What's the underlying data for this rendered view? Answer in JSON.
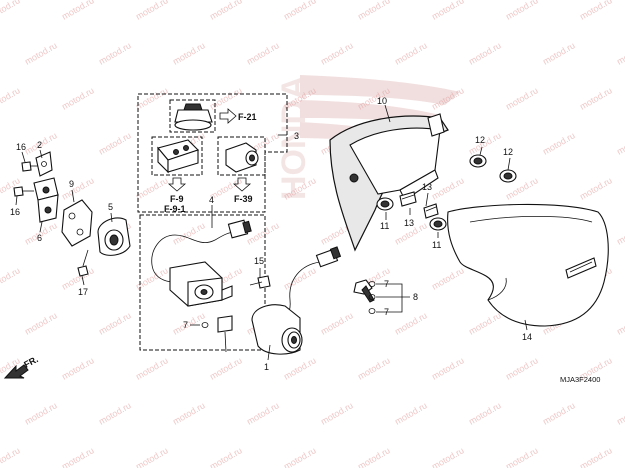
{
  "watermark": {
    "text": "motod.ru"
  },
  "brand_mark": {
    "text": "HONDA"
  },
  "callouts": {
    "p1": "1",
    "p2": "2",
    "p3": "3",
    "p4": "4",
    "p5": "5",
    "p6": "6",
    "p7a": "7",
    "p7b": "7",
    "p7c": "7",
    "p8": "8",
    "p9": "9",
    "p10": "10",
    "p11a": "11",
    "p11b": "11",
    "p12a": "12",
    "p12b": "12",
    "p13a": "13",
    "p13b": "13",
    "p14": "14",
    "p15": "15",
    "p16a": "16",
    "p16b": "16",
    "p17": "17"
  },
  "references": {
    "f21": "F-21",
    "f9": "F-9",
    "f91": "F-9-1",
    "f39": "F-39"
  },
  "direction": {
    "label": "FR."
  },
  "diagram_code": "MJA3F2400"
}
